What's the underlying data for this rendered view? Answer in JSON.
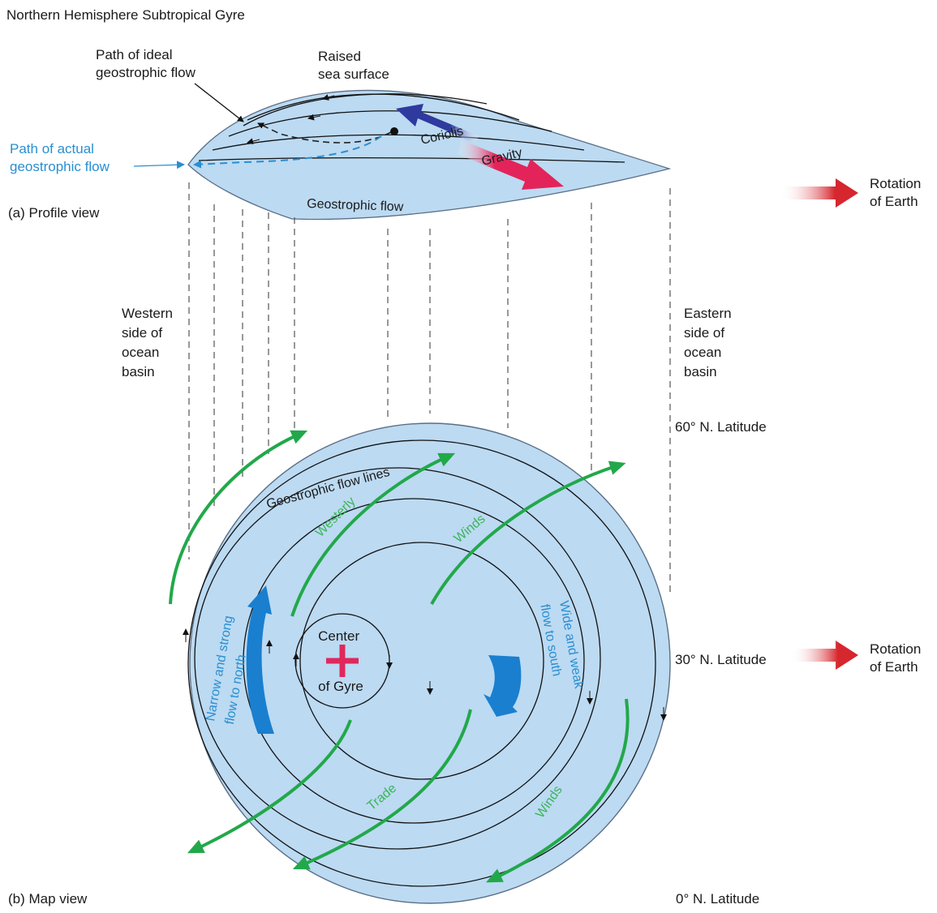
{
  "title": "Northern Hemisphere Subtropical Gyre",
  "profile": {
    "caption": "(a) Profile view",
    "ideal_flow_label": [
      "Path of ideal",
      "geostrophic flow"
    ],
    "raised_surface_label": [
      "Raised",
      "sea surface"
    ],
    "actual_flow_label": [
      "Path of actual",
      "geostrophic flow"
    ],
    "coriolis_label": "Coriolis",
    "gravity_label": "Gravity",
    "geostrophic_flow_label": "Geostrophic flow"
  },
  "rotation_label": [
    "Rotation",
    "of Earth"
  ],
  "western_label": [
    "Western",
    "side of",
    "ocean",
    "basin"
  ],
  "eastern_label": [
    "Eastern",
    "side of",
    "ocean",
    "basin"
  ],
  "latitudes": {
    "lat60": "60° N. Latitude",
    "lat30": "30° N. Latitude",
    "lat0": "0° N. Latitude"
  },
  "map": {
    "caption": "(b) Map view",
    "flow_lines_label": "Geostrophic flow lines",
    "westerly_label": "Westerly",
    "winds_label": "Winds",
    "trade_label": "Trade",
    "center_label": [
      "Center",
      "of Gyre"
    ],
    "narrow_label": [
      "Narrow and strong",
      "flow to north"
    ],
    "wide_label": [
      "Wide and weak",
      "flow to south"
    ]
  },
  "colors": {
    "water": "#bcdaf2",
    "water_stroke": "#5a6f86",
    "wind_green": "#22a84a",
    "current_blue": "#1a7fcf",
    "coriolis_navy": "#2e3a9e",
    "gravity_red": "#e3245a",
    "rotation_red": "#d6262e",
    "center_magenta": "#e0285c",
    "label_blue": "#2a8fd0"
  }
}
